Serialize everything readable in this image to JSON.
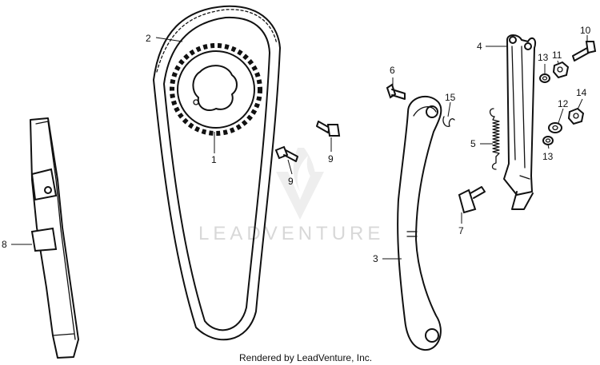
{
  "callouts": {
    "p1": "1",
    "p2": "2",
    "p3": "3",
    "p4": "4",
    "p5": "5",
    "p6": "6",
    "p7": "7",
    "p8": "8",
    "p9a": "9",
    "p9b": "9",
    "p10": "10",
    "p11": "11",
    "p12": "12",
    "p13a": "13",
    "p13b": "13",
    "p14": "14",
    "p15": "15"
  },
  "watermark": "LEADVENTURE",
  "footer": "Rendered by LeadVenture, Inc."
}
